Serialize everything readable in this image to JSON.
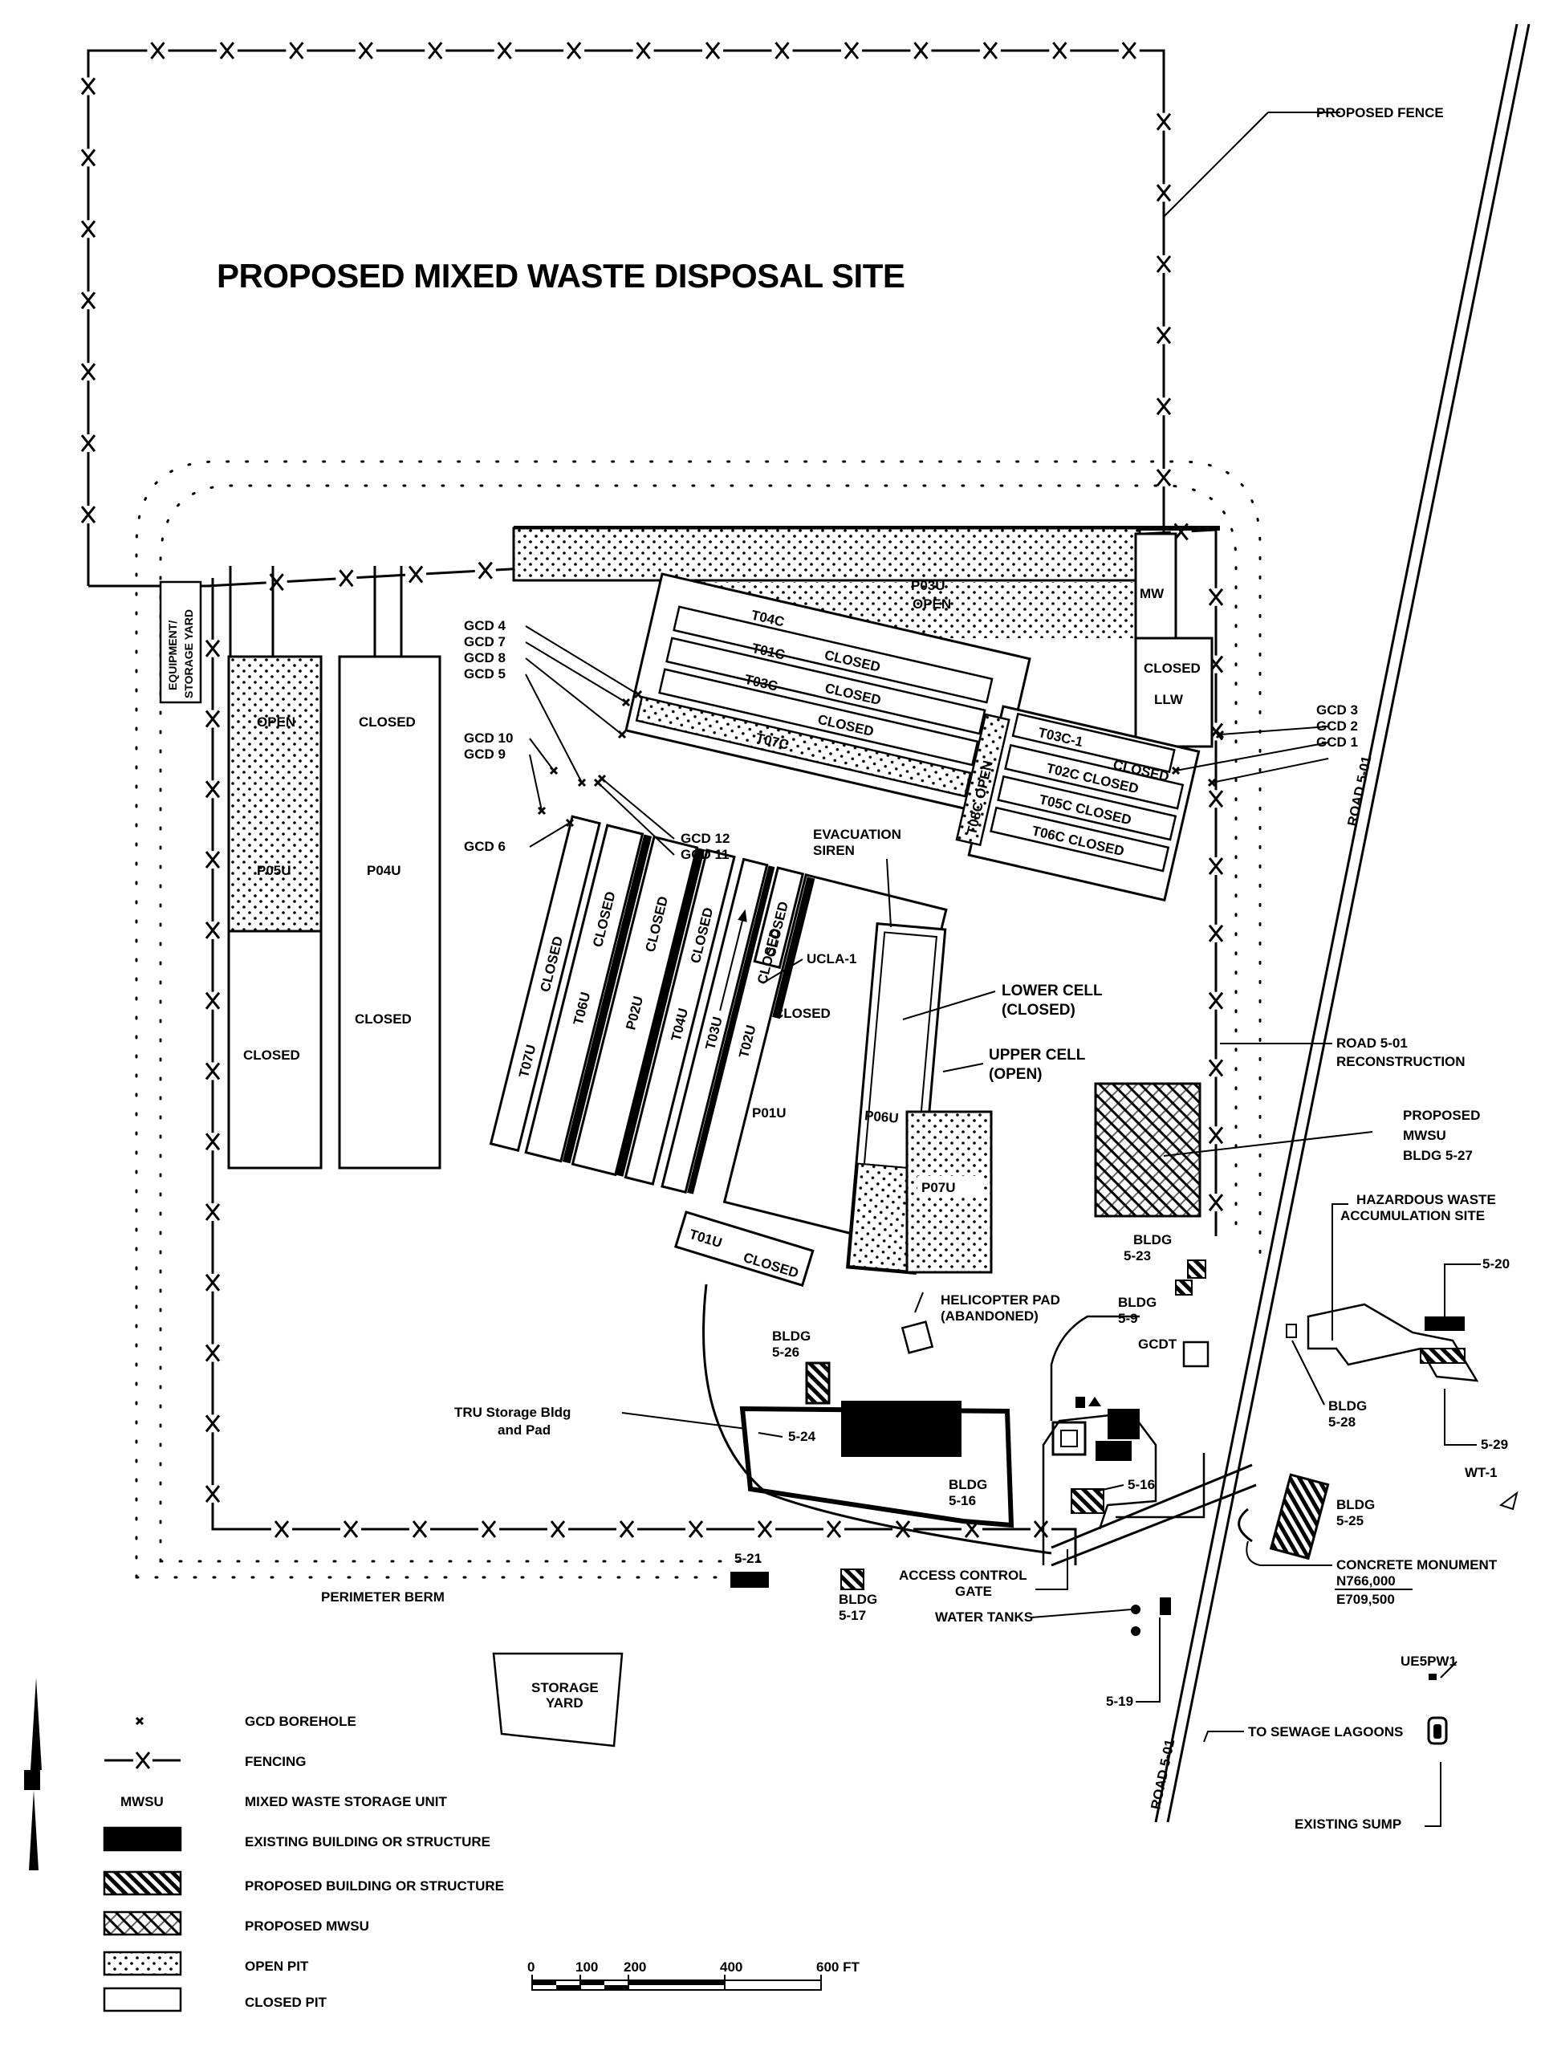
{
  "title": "PROPOSED MIXED WASTE DISPOSAL SITE",
  "callouts": {
    "proposed_fence": "PROPOSED FENCE",
    "road_top": "ROAD 5-01",
    "road_reconstruction": [
      "ROAD 5-01",
      "RECONSTRUCTION"
    ],
    "road_bottom": "ROAD 5-01",
    "proposed_mwsu": [
      "PROPOSED",
      "MWSU",
      "BLDG 5-27"
    ],
    "haz_waste": [
      "HAZARDOUS WASTE",
      "ACCUMULATION SITE"
    ],
    "evac_siren": [
      "EVACUATION",
      "SIREN"
    ],
    "lower_cell": [
      "LOWER CELL",
      "(CLOSED)"
    ],
    "upper_cell": [
      "UPPER CELL",
      "(OPEN)"
    ],
    "helicopter": [
      "HELICOPTER PAD",
      "(ABANDONED)"
    ],
    "tru_storage": [
      "TRU Storage Bldg",
      "and Pad"
    ],
    "access_gate": [
      "ACCESS CONTROL",
      "GATE"
    ],
    "water_tanks": "WATER TANKS",
    "perimeter_berm": "PERIMETER BERM",
    "storage_yard": [
      "STORAGE",
      "YARD"
    ],
    "equipment_yard": [
      "EQUIPMENT/",
      "STORAGE YARD"
    ],
    "concrete_monument": [
      "CONCRETE MONUMENT",
      "N766,000",
      "E709,500"
    ],
    "to_sewage": "TO SEWAGE LAGOONS",
    "existing_sump": "EXISTING SUMP",
    "wt1": "WT-1",
    "ue5pw1": "UE5PW1",
    "gcdt": "GCDT",
    "ucla1": "UCLA-1"
  },
  "gcd_labels": {
    "left_stack": [
      "GCD 4",
      "GCD 7",
      "GCD 8",
      "GCD 5"
    ],
    "mid_stack": [
      "GCD 10",
      "GCD 9"
    ],
    "gcd6": "GCD 6",
    "pair": [
      "GCD 12",
      "GCD 11"
    ],
    "right_stack": [
      "GCD 3",
      "GCD 2",
      "GCD 1"
    ]
  },
  "buildings": {
    "b5_20": "5-20",
    "b5_29": "5-29",
    "b5_28": [
      "BLDG",
      "5-28"
    ],
    "b5_25": [
      "BLDG",
      "5-25"
    ],
    "b5_23": [
      "BLDG",
      "5-23"
    ],
    "b5_9": [
      "BLDG",
      "5-9"
    ],
    "b5_26": [
      "BLDG",
      "5-26"
    ],
    "b5_24": "5-24",
    "b5_16a": [
      "BLDG",
      "5-16"
    ],
    "b5_16b": "5-16",
    "b5_21": "5-21",
    "b5_17": [
      "BLDG",
      "5-17"
    ],
    "b5_19": "5-19"
  },
  "pits": {
    "p05u_top": "OPEN",
    "p05u_mid": "P05U",
    "p05u_bottom": "CLOSED",
    "p04u_top": "CLOSED",
    "p04u_mid": "P04U",
    "p04u_bottom": "CLOSED",
    "p03u": [
      "P03U",
      "OPEN"
    ],
    "mw": "MW",
    "llw": [
      "CLOSED",
      "LLW"
    ],
    "t04c": [
      "T04C",
      "CLOSED"
    ],
    "t01c": [
      "T01C",
      "CLOSED"
    ],
    "t03c": [
      "T03C",
      "CLOSED"
    ],
    "t07c": "T07C",
    "t08c": "T08C OPEN",
    "t03c1": "T03C-1",
    "t02c": [
      "CLOSED",
      "T02C CLOSED"
    ],
    "t05c": "T05C CLOSED",
    "t06c": "T06C CLOSED",
    "t07u": [
      "T07U",
      "CLOSED"
    ],
    "t06u": [
      "T06U",
      "CLOSED"
    ],
    "p02u": [
      "P02U",
      "CLOSED"
    ],
    "t04u": [
      "T04U",
      "CLOSED"
    ],
    "t03u": "T03U",
    "t02u": [
      "T02U",
      "CLOSED"
    ],
    "ucla_closed": "CLOSED",
    "p01u": [
      "CLOSED",
      "P01U"
    ],
    "p06u": "P06U",
    "p07u": "P07U",
    "t01u": [
      "T01U",
      "CLOSED"
    ]
  },
  "legend": [
    {
      "symbol": "gcd-borehole",
      "label": "GCD BOREHOLE"
    },
    {
      "symbol": "fencing",
      "label": "FENCING"
    },
    {
      "symbol": "text",
      "symbol_text": "MWSU",
      "label": "MIXED WASTE STORAGE UNIT"
    },
    {
      "symbol": "existing-building",
      "label": "EXISTING BUILDING OR STRUCTURE"
    },
    {
      "symbol": "proposed-building",
      "label": "PROPOSED BUILDING OR STRUCTURE"
    },
    {
      "symbol": "proposed-mwsu",
      "label": "PROPOSED MWSU"
    },
    {
      "symbol": "open-pit",
      "label": "OPEN PIT"
    },
    {
      "symbol": "closed-pit",
      "label": "CLOSED PIT"
    }
  ],
  "scale_bar": {
    "ticks": [
      "0",
      "100",
      "200",
      "400",
      "600 FT"
    ]
  },
  "colors": {
    "ink": "#000000",
    "paper": "#ffffff"
  }
}
